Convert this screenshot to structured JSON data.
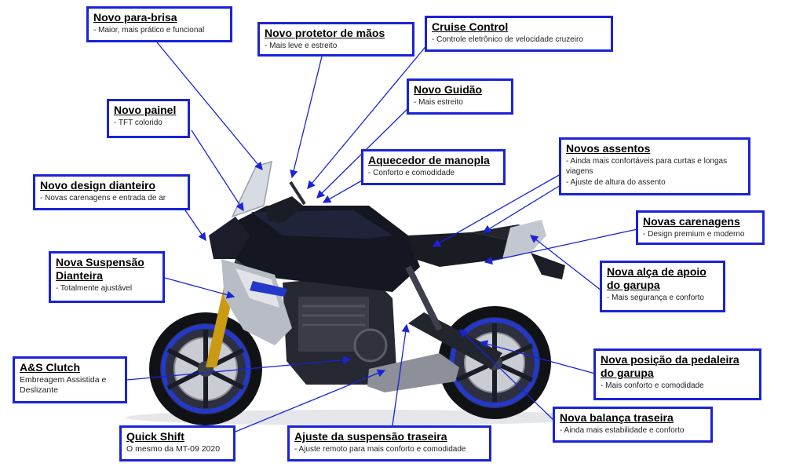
{
  "colors": {
    "callout_border": "#1a23d6",
    "leader_line": "#1a23d6",
    "bike_body": "#141722",
    "accent_blue": "#2438c9",
    "silver": "#b8bcc4"
  },
  "callouts": [
    {
      "id": "para-brisa",
      "title": "Novo para-brisa",
      "desc": "- Maior, mais prático e funcional"
    },
    {
      "id": "protetor",
      "title": "Novo protetor de mãos",
      "desc": "- Mais leve e estreito"
    },
    {
      "id": "cruise",
      "title": "Cruise Control",
      "desc": "- Controle eletrônico  de velocidade cruzeiro"
    },
    {
      "id": "guidao",
      "title": "Novo Guidão",
      "desc": "- Mais estreito"
    },
    {
      "id": "painel",
      "title": "Novo painel",
      "desc": "- TFT colorido"
    },
    {
      "id": "aquecedor",
      "title": "Aquecedor de manopla",
      "desc": "- Conforto e comodidade"
    },
    {
      "id": "assentos",
      "title": "Novos assentos",
      "desc": "- Ainda mais confortáveis para curtas e longas viagens",
      "desc2": "- Ajuste de altura do assento"
    },
    {
      "id": "dianteiro",
      "title": "Novo design dianteiro",
      "desc": "- Novas carenagens e entrada de ar"
    },
    {
      "id": "carenagens",
      "title": "Novas carenagens",
      "desc": "- Design premium e moderno"
    },
    {
      "id": "suspensao-dianteira",
      "title": "Nova Suspensão Dianteira",
      "desc": "- Totalmente ajustável"
    },
    {
      "id": "alca",
      "title": "Nova alça de apoio do garupa",
      "desc": "- Mais segurança e conforto"
    },
    {
      "id": "clutch",
      "title": "A&S Clutch",
      "desc": "Embreagem Assistida e Deslizante"
    },
    {
      "id": "pedaleira",
      "title": "Nova posição da pedaleira do garupa",
      "desc": "- Mais conforto e comodidade"
    },
    {
      "id": "balanca",
      "title": "Nova balança traseira",
      "desc": "- Ainda mais estabilidade e conforto"
    },
    {
      "id": "quickshift",
      "title": "Quick Shift",
      "desc": "O mesmo da MT-09 2020"
    },
    {
      "id": "suspensao-traseira",
      "title": "Ajuste da suspensão traseira",
      "desc": "- Ajuste remoto para mais conforto e comodidade"
    }
  ]
}
